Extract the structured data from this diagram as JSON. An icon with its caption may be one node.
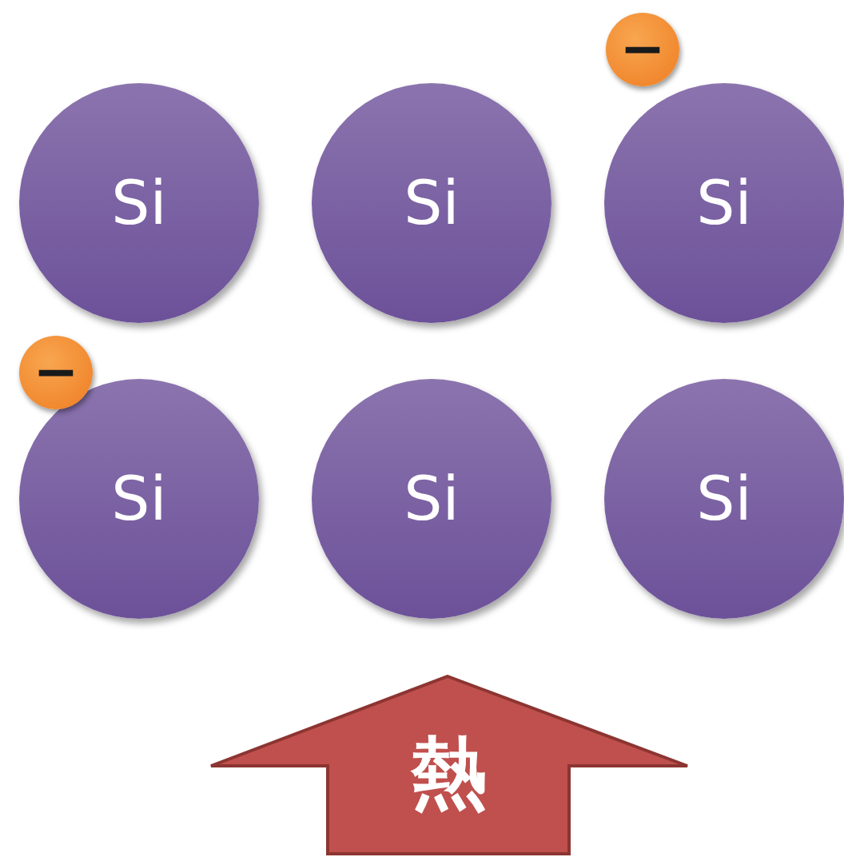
{
  "diagram": {
    "nodes": [
      {
        "text": [
          "−"
        ]
      },
      {
        "text": [
          "Si"
        ]
      },
      {
        "text": [
          "Si"
        ]
      },
      {
        "text": [
          "Si"
        ]
      },
      {
        "text": [
          "−"
        ]
      },
      {
        "text": [
          "Si"
        ]
      },
      {
        "text": [
          "Si"
        ]
      },
      {
        "text": [
          "Si"
        ]
      },
      {
        "text": [
          "熱"
        ]
      }
    ]
  }
}
